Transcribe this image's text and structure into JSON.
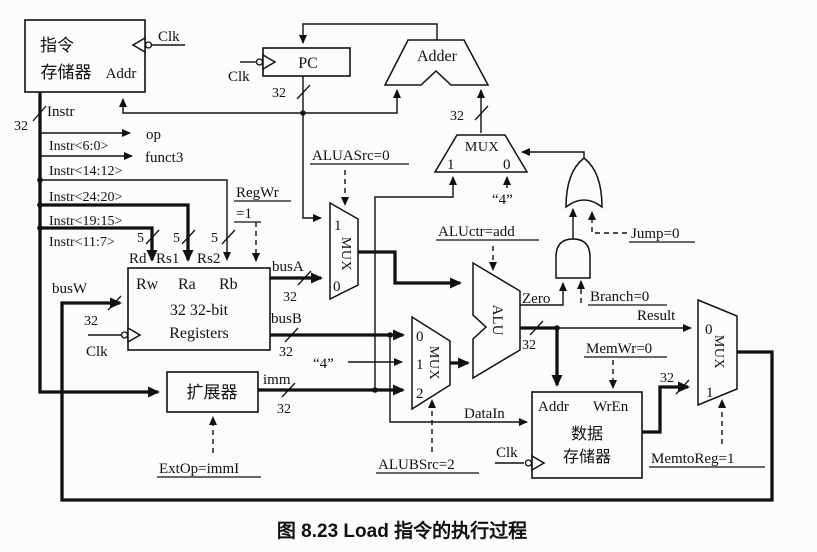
{
  "caption": "图 8.23  Load 指令的执行过程",
  "widths": {
    "w32": "32",
    "w5": "5"
  },
  "instruction_memory": {
    "line1": "指令",
    "line2": "存储器",
    "addr": "Addr",
    "clk": "Clk",
    "out": "Instr"
  },
  "instr_fields": {
    "op": "op",
    "funct3": "funct3",
    "field_op": "Instr<6:0>",
    "field_funct3": "Instr<14:12>",
    "field_rs2": "Instr<24:20>",
    "field_rs1": "Instr<19:15>",
    "field_rd": "Instr<11:7>",
    "rd": "Rd",
    "rs1": "Rs1",
    "rs2": "Rs2"
  },
  "pc": {
    "label": "PC",
    "clk": "Clk"
  },
  "adder": {
    "label": "Adder"
  },
  "branch_mux": {
    "label": "MUX",
    "in1": "1",
    "in0": "0",
    "const4": "“4”"
  },
  "register_file": {
    "rw": "Rw",
    "ra": "Ra",
    "rb": "Rb",
    "line1": "32 32-bit",
    "line2": "Registers",
    "busw": "busW",
    "busa": "busA",
    "busb": "busB",
    "clk": "Clk"
  },
  "aluasrc_mux": {
    "label": "MUX",
    "in1": "1",
    "in0": "0"
  },
  "alub_mux": {
    "label": "MUX",
    "in0": "0",
    "in1": "1",
    "in2": "2",
    "const4": "“4”"
  },
  "alu": {
    "label": "ALU",
    "zero": "Zero",
    "result": "Result"
  },
  "extender": {
    "label": "扩展器",
    "out": "imm"
  },
  "data_memory": {
    "addr": "Addr",
    "wren": "WrEn",
    "line1": "数据",
    "line2": "存储器",
    "datain": "DataIn",
    "clk": "Clk"
  },
  "memtoreg_mux": {
    "label": "MUX",
    "in0": "0",
    "in1": "1"
  },
  "control": {
    "regwr": "RegWr",
    "regwr_val": "=1",
    "aluasrc": "ALUASrc=0",
    "aluctr": "ALUctr=add",
    "alubsrc": "ALUBSrc=2",
    "extop": "ExtOp=immI",
    "memwr": "MemWr=0",
    "memtoreg": "MemtoReg=1",
    "jump": "Jump=0",
    "branch": "Branch=0"
  }
}
